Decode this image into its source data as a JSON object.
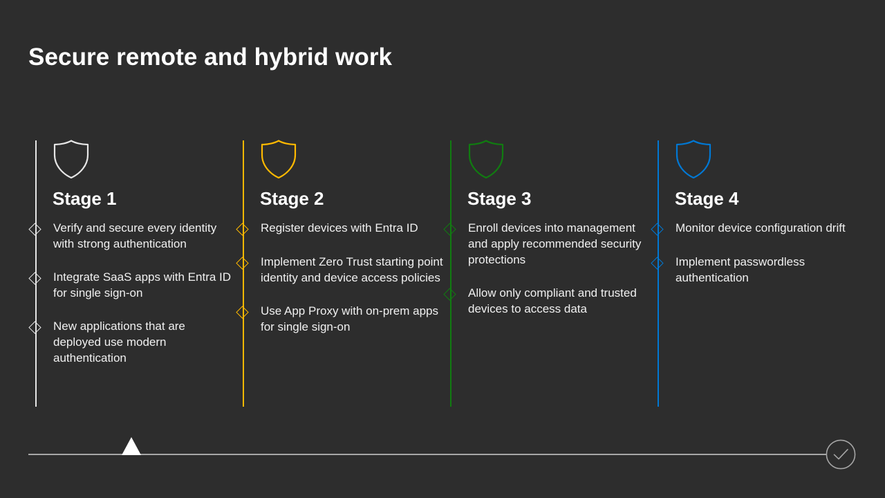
{
  "slide": {
    "title": "Secure remote and hybrid work",
    "background_color": "#2d2d2d",
    "text_color": "#f0f0f0"
  },
  "stages": [
    {
      "heading": "Stage 1",
      "accent_color": "#e6e6e6",
      "icon": "shield-icon",
      "bullets": [
        "Verify and secure every identity with strong authentication",
        "Integrate SaaS apps with Entra ID for single sign-on",
        "New applications that are deployed use modern authentication"
      ]
    },
    {
      "heading": "Stage 2",
      "accent_color": "#ffb900",
      "icon": "shield-icon",
      "bullets": [
        "Register devices with Entra ID",
        "Implement Zero Trust starting point identity and device access policies",
        "Use App Proxy with on-prem apps for single sign-on"
      ]
    },
    {
      "heading": "Stage 3",
      "accent_color": "#107c10",
      "icon": "shield-icon",
      "bullets": [
        "Enroll devices into management and apply recommended security protections",
        "Allow only compliant and trusted devices to access data"
      ]
    },
    {
      "heading": "Stage 4",
      "accent_color": "#0078d4",
      "icon": "shield-icon",
      "bullets": [
        "Monitor device configuration drift",
        "Implement passwordless authentication"
      ]
    }
  ],
  "timeline": {
    "line_color": "#a6a6a6",
    "marker_icon": "triangle-marker-icon",
    "marker_color": "#ffffff",
    "end_icon": "check-circle-icon",
    "end_color": "#a6a6a6"
  }
}
